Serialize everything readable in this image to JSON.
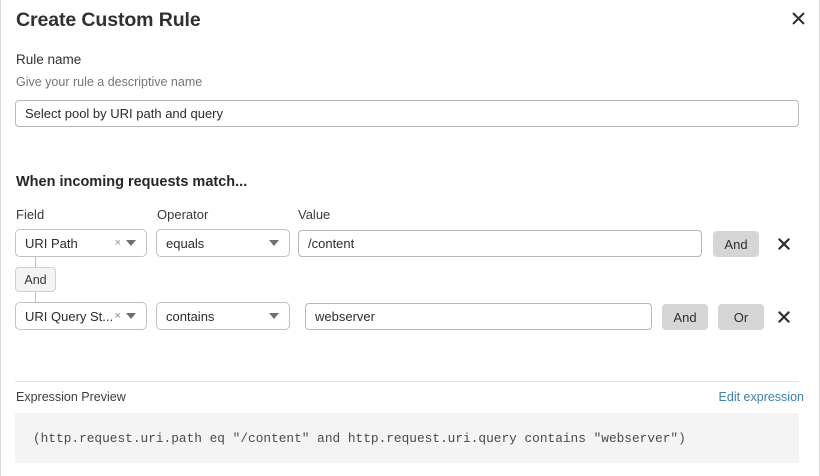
{
  "dialog": {
    "title": "Create Custom Rule",
    "close_icon": "close-icon"
  },
  "rule_name": {
    "label": "Rule name",
    "help": "Give your rule a descriptive name",
    "value": "Select pool by URI path and query",
    "placeholder": "Select pool by URI path and query"
  },
  "conditions": {
    "heading": "When incoming requests match...",
    "columns": {
      "field": "Field",
      "operator": "Operator",
      "value": "Value"
    },
    "connector": {
      "label": "And"
    },
    "rows": [
      {
        "field": "URI Path",
        "clear_icon": "×",
        "operator": "equals",
        "value": "/content",
        "buttons": [
          "And"
        ],
        "delete_icon": "✕"
      },
      {
        "field": "URI Query St...",
        "clear_icon": "×",
        "operator": "contains",
        "value": "webserver",
        "buttons": [
          "And",
          "Or"
        ],
        "delete_icon": "✕"
      }
    ]
  },
  "expression": {
    "label": "Expression Preview",
    "edit_link": "Edit expression",
    "code": "(http.request.uri.path eq \"/content\" and http.request.uri.query contains \"webserver\")"
  },
  "colors": {
    "accent_link": "#3a7fb5",
    "chip_bg": "#d5d5d5",
    "code_bg": "#f4f4f4"
  }
}
